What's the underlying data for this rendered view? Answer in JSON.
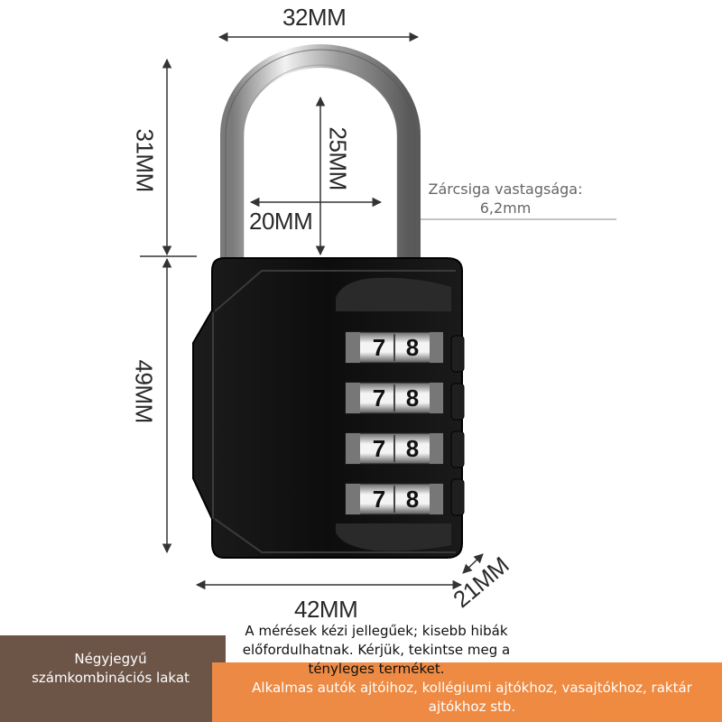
{
  "dimensions": {
    "shackle_width": "32MM",
    "shackle_height_outer": "31MM",
    "shackle_height_inner": "25MM",
    "shackle_inner_width": "20MM",
    "body_height": "49MM",
    "body_width": "42MM",
    "body_depth": "21MM"
  },
  "shackle_note": {
    "line1": "Zárcsiga vastagsága:",
    "line2": "6,2mm"
  },
  "dials": {
    "digits": [
      "7",
      "8"
    ]
  },
  "disclaimer": {
    "text": "A mérések kézi jellegűek; kisebb hibák előfordulhatnak. Kérjük, tekintse meg a tényleges terméket."
  },
  "product_name": {
    "line1": "Négyjegyű",
    "line2": "számkombinációs lakat"
  },
  "usage": {
    "text": "Alkalmas autók ajtóihoz, kollégiumi ajtókhoz, vasajtókhoz, raktár ajtókhoz stb."
  },
  "colors": {
    "lock_body": "#111111",
    "shackle": "#c8c8c8",
    "band_left": "#6c5547",
    "band_right": "#f08a40"
  }
}
